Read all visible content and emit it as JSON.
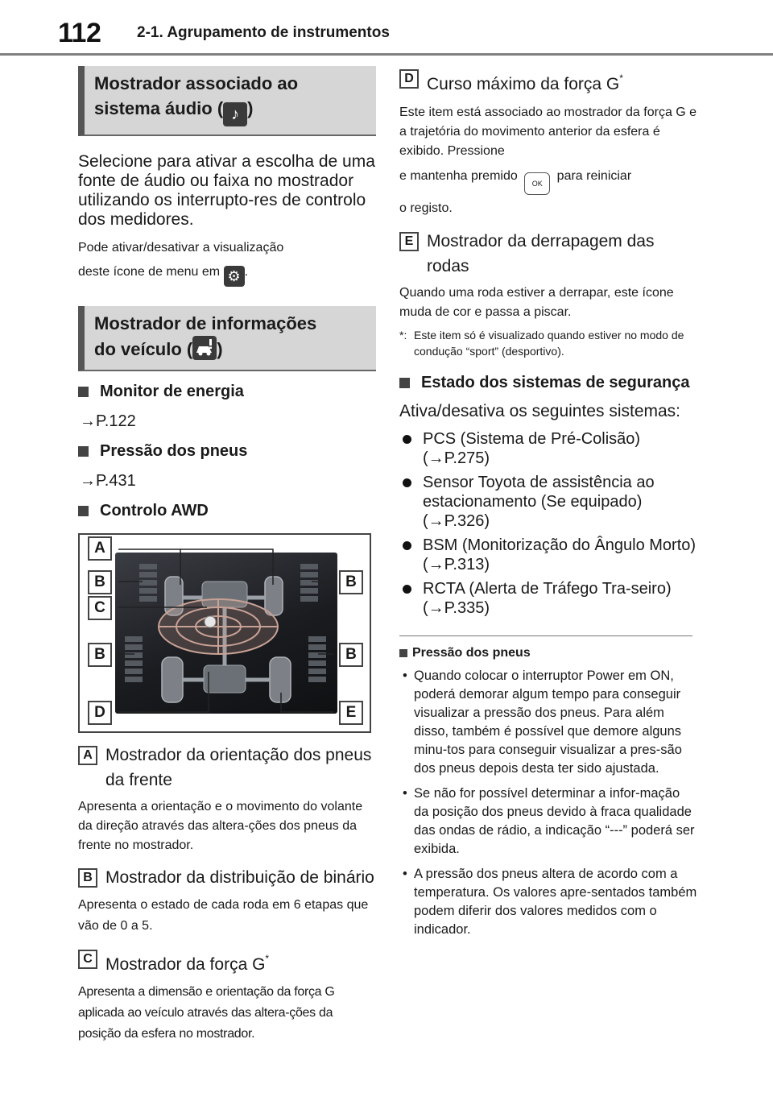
{
  "header": {
    "page_number": "112",
    "chapter": "2-1. Agrupamento de instrumentos"
  },
  "left": {
    "audio_section": {
      "title_line1": "Mostrador associado ao",
      "title_line2_pre": "sistema áudio (",
      "title_line2_post": ")",
      "icon": "music-note-icon",
      "body": "Selecione para ativar a escolha de uma fonte de áudio ou faixa no mostrador utilizando os interrupto-res de controlo dos medidores.",
      "note_line1": "Pode ativar/desativar a visualização",
      "note_line2_pre": "deste ícone de menu em",
      "note_line2_post": ".",
      "note_icon": "gear-icon"
    },
    "vehicle_section": {
      "title_line1": "Mostrador de informações",
      "title_line2_pre": "do veículo (",
      "title_line2_post": ")",
      "icon": "vehicle-info-icon"
    },
    "subsections": [
      {
        "title": "Monitor de energia",
        "ref": "→P.122"
      },
      {
        "title": "Pressão dos pneus",
        "ref": "→P.431"
      },
      {
        "title": "Controlo AWD"
      }
    ],
    "figure_labels": {
      "a": "A",
      "b": "B",
      "c": "C",
      "d": "D",
      "e": "E"
    },
    "items": [
      {
        "badge": "A",
        "title": "Mostrador da orientação dos pneus da frente",
        "desc": "Apresenta a orientação e o movimento do volante da direção através das altera-ções dos pneus da frente no mostrador."
      },
      {
        "badge": "B",
        "title": "Mostrador da distribuição de binário",
        "desc": "Apresenta o estado de cada roda em 6 etapas que vão de 0 a 5."
      },
      {
        "badge": "C",
        "title": "Mostrador da força G",
        "star": "*",
        "desc": "Apresenta a dimensão e orientação da força G aplicada ao veículo através das altera-ções da posição da esfera no mostrador."
      }
    ]
  },
  "right": {
    "items": [
      {
        "badge": "D",
        "title": "Curso máximo da força G",
        "star": "*",
        "desc_line1": "Este item está associado ao mostrador da força G e a trajetória do movimento anterior da esfera é exibido. Pressione",
        "desc_pre": "e mantenha premido",
        "desc_post": "para reiniciar",
        "desc_line3": "o registo.",
        "key_icon": "ok-button-icon",
        "key_label": "OK"
      },
      {
        "badge": "E",
        "title": "Mostrador da derrapagem das rodas",
        "desc": "Quando uma roda estiver a derrapar, este ícone muda de cor e passa a piscar."
      }
    ],
    "footnote_star": "*:",
    "footnote": "Este item só é visualizado quando estiver no modo de condução “sport” (desportivo).",
    "safety": {
      "title": "Estado dos sistemas de segurança",
      "intro": "Ativa/desativa os seguintes sistemas:",
      "bullets": [
        "PCS (Sistema de Pré-Colisão) (→P.275)",
        "Sensor Toyota de assistência ao estacionamento (Se equipado) (→P.326)",
        "BSM (Monitorização do Ângulo Morto) (→P.313)",
        "RCTA (Alerta de Tráfego Tra-seiro) (→P.335)"
      ]
    },
    "notes": {
      "title": "Pressão dos pneus",
      "items": [
        "Quando colocar o interruptor Power em ON, poderá demorar algum tempo para conseguir visualizar a pressão dos pneus. Para além disso, também é possível que demore alguns minu-tos para conseguir visualizar a pres-são dos pneus depois desta ter sido ajustada.",
        "Se não for possível determinar a infor-mação da posição dos pneus devido à fraca qualidade das ondas de rádio, a indicação “---” poderá ser exibida.",
        "A pressão dos pneus altera de acordo com a temperatura. Os valores apre-sentados também podem diferir dos valores medidos com o indicador."
      ]
    }
  }
}
